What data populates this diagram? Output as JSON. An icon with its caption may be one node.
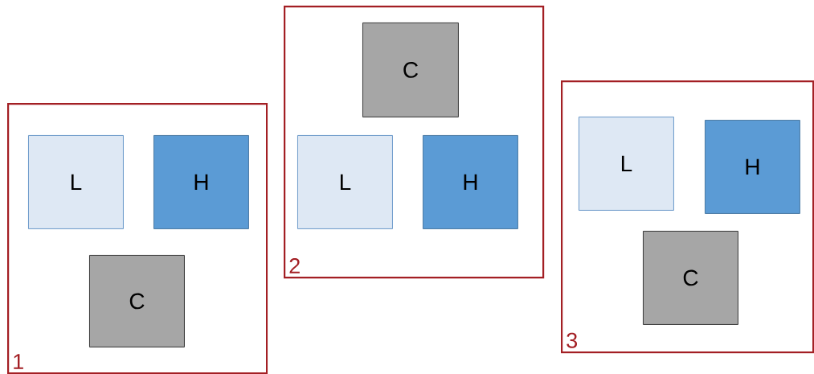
{
  "diagram": {
    "nodes": [
      {
        "text": [
          "1"
        ]
      },
      {
        "text": [
          "L"
        ],
        "in": 0
      },
      {
        "text": [
          "H"
        ],
        "in": 0
      },
      {
        "text": [
          "C"
        ],
        "in": 0
      },
      {
        "text": [
          "2"
        ]
      },
      {
        "text": [
          "C"
        ],
        "in": 4
      },
      {
        "text": [
          "L"
        ],
        "in": 4
      },
      {
        "text": [
          "H"
        ],
        "in": 4
      },
      {
        "text": [
          "3"
        ]
      },
      {
        "text": [
          "L"
        ],
        "in": 8
      },
      {
        "text": [
          "H"
        ],
        "in": 8
      },
      {
        "text": [
          "C"
        ],
        "in": 8
      }
    ]
  }
}
